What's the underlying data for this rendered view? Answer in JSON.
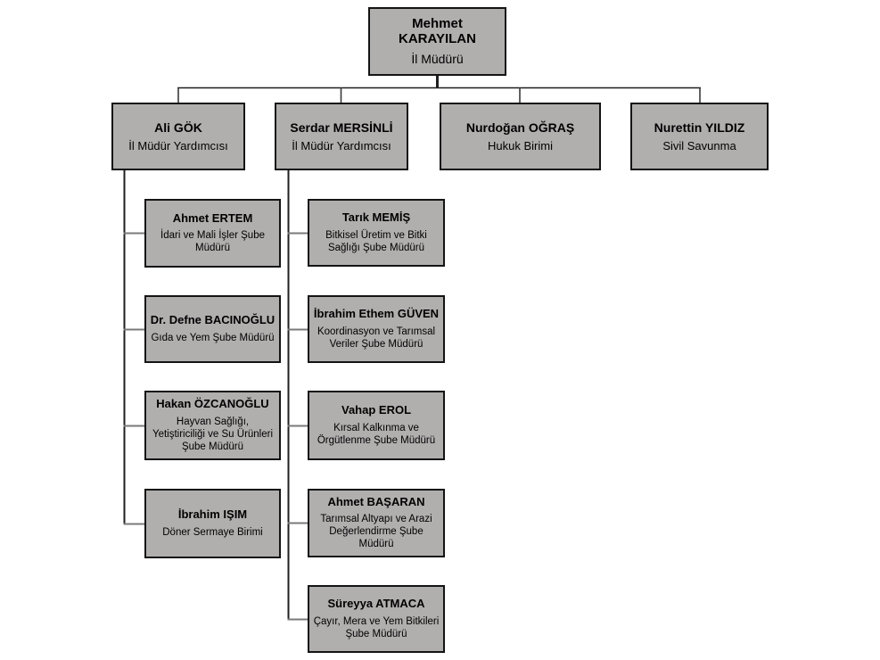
{
  "chart": {
    "root": {
      "name": "Mehmet KARAYILAN",
      "title": "İl Müdürü"
    },
    "deputies": [
      {
        "name": "Ali GÖK",
        "title": "İl Müdür Yardımcısı"
      },
      {
        "name": "Serdar MERSİNLİ",
        "title": "İl Müdür Yardımcısı"
      },
      {
        "name": "Nurdoğan OĞRAŞ",
        "title": "Hukuk Birimi"
      },
      {
        "name": "Nurettin YILDIZ",
        "title": "Sivil Savunma"
      }
    ],
    "gok_branch": [
      {
        "name": "Ahmet ERTEM",
        "title": "İdari ve Mali İşler Şube Müdürü"
      },
      {
        "name": "Dr. Defne BACINOĞLU",
        "title": "Gıda ve Yem Şube Müdürü"
      },
      {
        "name": "Hakan ÖZCANOĞLU",
        "title": "Hayvan Sağlığı, Yetiştiriciliği ve Su Ürünleri Şube Müdürü"
      },
      {
        "name": "İbrahim IŞIM",
        "title": "Döner Sermaye Birimi"
      }
    ],
    "mersinli_branch": [
      {
        "name": "Tarık MEMİŞ",
        "title": "Bitkisel Üretim ve Bitki Sağlığı Şube Müdürü"
      },
      {
        "name": "İbrahim Ethem GÜVEN",
        "title": "Koordinasyon ve Tarımsal Veriler Şube Müdürü"
      },
      {
        "name": "Vahap EROL",
        "title": "Kırsal Kalkınma ve Örgütlenme Şube Müdürü"
      },
      {
        "name": "Ahmet BAŞARAN",
        "title": "Tarımsal Altyapı ve Arazi Değerlendirme Şube Müdürü"
      },
      {
        "name": "Süreyya ATMACA",
        "title": "Çayır, Mera ve Yem Bitkileri Şube Müdürü"
      }
    ],
    "colors": {
      "background": "#ffffff",
      "box_fill": "#b1aeae",
      "box_border": "#141414",
      "connector_dark": "#1f1f1f",
      "connector_gray": "#7a7a7a",
      "text": "#000000"
    }
  }
}
